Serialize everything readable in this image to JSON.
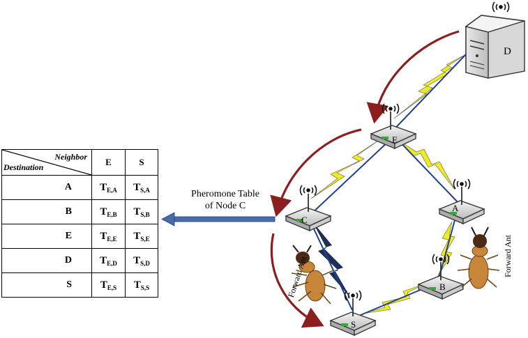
{
  "table": {
    "corner_neighbor": "Neighbor",
    "corner_destination": "Destination",
    "headers": [
      "E",
      "S"
    ],
    "rows": [
      {
        "dest": "A",
        "cells": [
          [
            "T",
            "E,A"
          ],
          [
            "T",
            "S,A"
          ]
        ]
      },
      {
        "dest": "B",
        "cells": [
          [
            "T",
            "E,B"
          ],
          [
            "T",
            "S,B"
          ]
        ]
      },
      {
        "dest": "E",
        "cells": [
          [
            "T",
            "E,E"
          ],
          [
            "T",
            "S,E"
          ]
        ]
      },
      {
        "dest": "D",
        "cells": [
          [
            "T",
            "E,D"
          ],
          [
            "T",
            "S,D"
          ]
        ]
      },
      {
        "dest": "S",
        "cells": [
          [
            "T",
            "E,S"
          ],
          [
            "T",
            "S,S"
          ]
        ]
      }
    ]
  },
  "pheromone_label": {
    "line1": "Pheromone Table",
    "line2": "of Node C"
  },
  "forward_ant_label": "Forward Ant",
  "nodes": {
    "d": "D",
    "e": "E",
    "c": "C",
    "a": "A",
    "b": "B",
    "s": "S"
  },
  "colors": {
    "arrow_red": "#8b1e1e",
    "link_blue": "#1f3f8f",
    "lightning_yellow": "#f2ec1e",
    "lightning_dark": "#1e2e57",
    "ant_brown": "#b8782e"
  }
}
